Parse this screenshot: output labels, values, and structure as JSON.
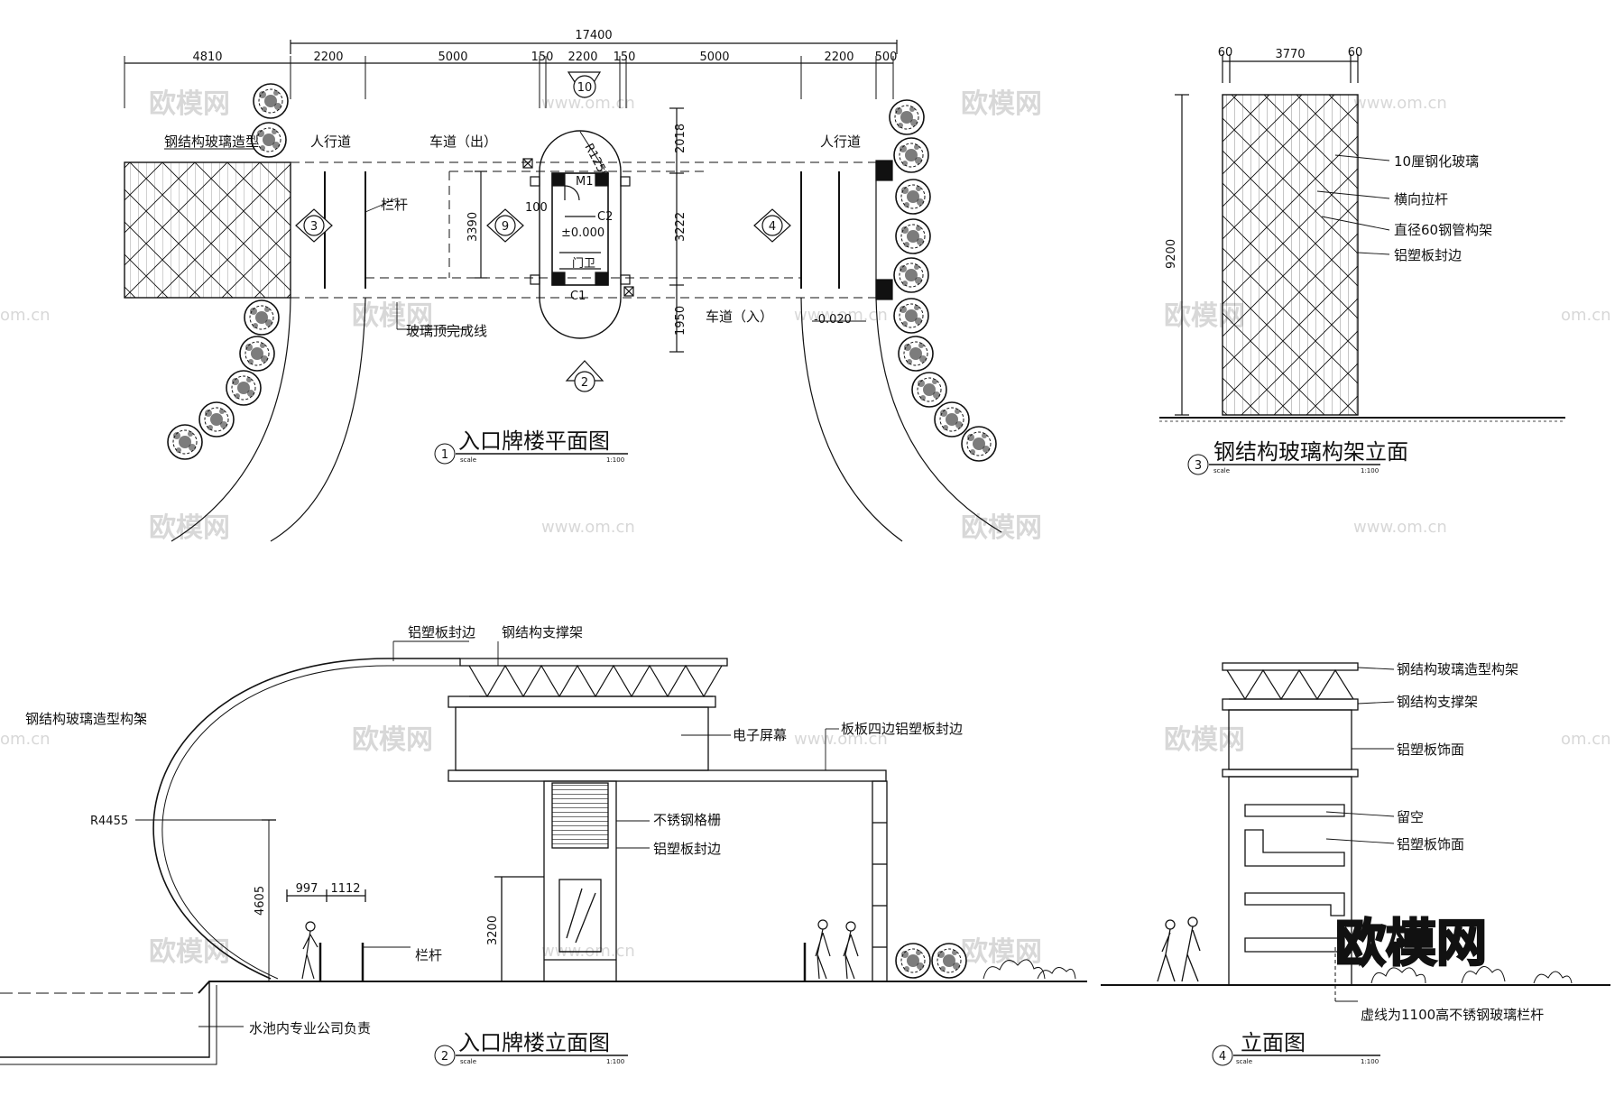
{
  "plan": {
    "title": "入口牌楼平面图",
    "number": "1",
    "scale_word": "scale",
    "scale": "1:100",
    "dims_top_total": "17400",
    "dims_top": [
      "4810",
      "2200",
      "5000",
      "150",
      "2200",
      "150",
      "5000",
      "2200",
      "500"
    ],
    "dim_left_3390": "3390",
    "dim_right": [
      "2018",
      "3222",
      "1950"
    ],
    "dim_100": "100",
    "radius": "R1250",
    "labels": {
      "steel_glass": "钢结构玻璃造型",
      "sidewalk_left": "人行道",
      "sidewalk_right": "人行道",
      "lane_out": "车道（出）",
      "lane_in": "车道（入）",
      "railing": "栏杆",
      "glass_roof_line": "玻璃顶完成线",
      "m1": "M1",
      "c1": "C1",
      "c2": "C2",
      "level_0": "±0.000",
      "level_neg": "-0.020",
      "guard": "门卫"
    },
    "markers": [
      "10",
      "9",
      "3",
      "4",
      "2"
    ]
  },
  "elev_frame": {
    "title": "钢结构玻璃构架立面",
    "number": "3",
    "scale_word": "scale",
    "scale": "1:100",
    "dims_top": [
      "60",
      "3770",
      "60"
    ],
    "dim_height": "9200",
    "labels": [
      "10厘钢化玻璃",
      "横向拉杆",
      "直径60钢管构架",
      "铝塑板封边"
    ]
  },
  "elev_main": {
    "title": "入口牌楼立面图",
    "number": "2",
    "scale_word": "scale",
    "scale": "1:100",
    "labels": {
      "alu_edge_top": "铝塑板封边",
      "steel_support": "钢结构支撑架",
      "steel_glass_frame": "钢结构玻璃造型构架",
      "screen": "电子屏幕",
      "slab_edge": "板板四边铝塑板封边",
      "ss_grille": "不锈钢格栅",
      "alu_edge": "铝塑板封边",
      "railing": "栏杆",
      "pool": "水池内专业公司负责"
    },
    "dims": {
      "radius": "R4455",
      "h4605": "4605",
      "w997": "997",
      "w1112": "1112",
      "h3200": "3200"
    }
  },
  "elev_side": {
    "title": "立面图",
    "number": "4",
    "scale_word": "scale",
    "scale": "1:100",
    "labels": {
      "frame": "钢结构玻璃造型构架",
      "support": "钢结构支撑架",
      "alu_face_top": "铝塑板饰面",
      "opening": "留空",
      "alu_face": "铝塑板饰面",
      "railing_note": "虚线为1100高不锈钢玻璃栏杆"
    }
  },
  "watermark": {
    "logo": "欧模网",
    "url": "www.om.cn",
    "url_short": "om.cn"
  }
}
